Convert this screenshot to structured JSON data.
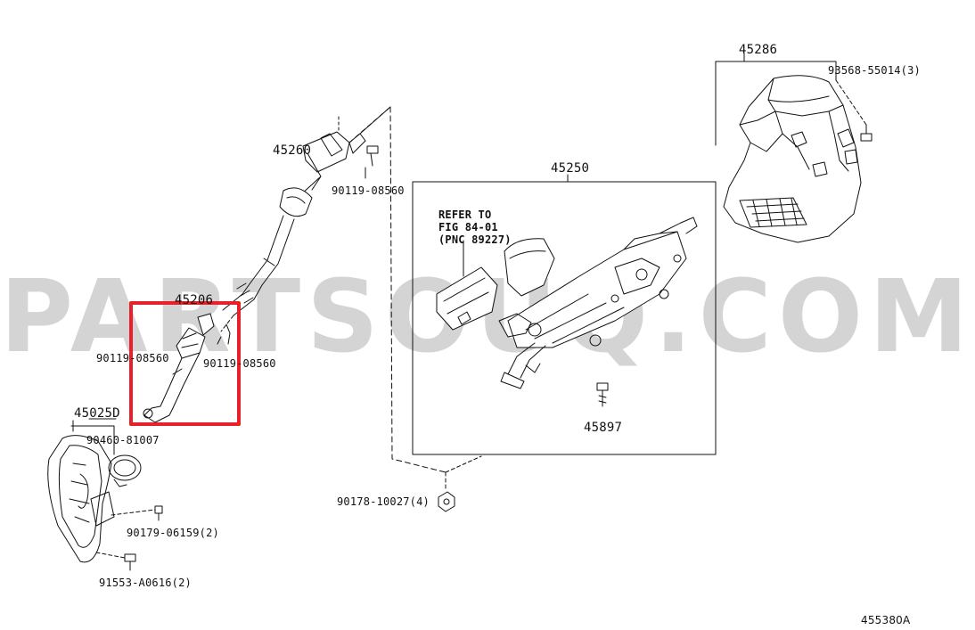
{
  "diagram": {
    "code": "455380A",
    "watermark": "PARTSOUQ.COM",
    "highlight_color": "#e8202a",
    "line_color": "#111111",
    "labels": {
      "p45286": "45286",
      "p93568": "93568-55014(3)",
      "p45260": "45260",
      "p90119_top": "90119-08560",
      "p45250": "45250",
      "refer_line1": "REFER TO",
      "refer_line2": "FIG 84-01",
      "refer_line3": "(PNC 89227)",
      "p45206": "45206",
      "p90119_left": "90119-08560",
      "p90119_right": "90119-08560",
      "p45025d": "45025D",
      "p90460": "90460-81007",
      "p45897": "45897",
      "p90178": "90178-10027(4)",
      "p90179": "90179-06159(2)",
      "p91553": "91553-A0616(2)"
    }
  }
}
